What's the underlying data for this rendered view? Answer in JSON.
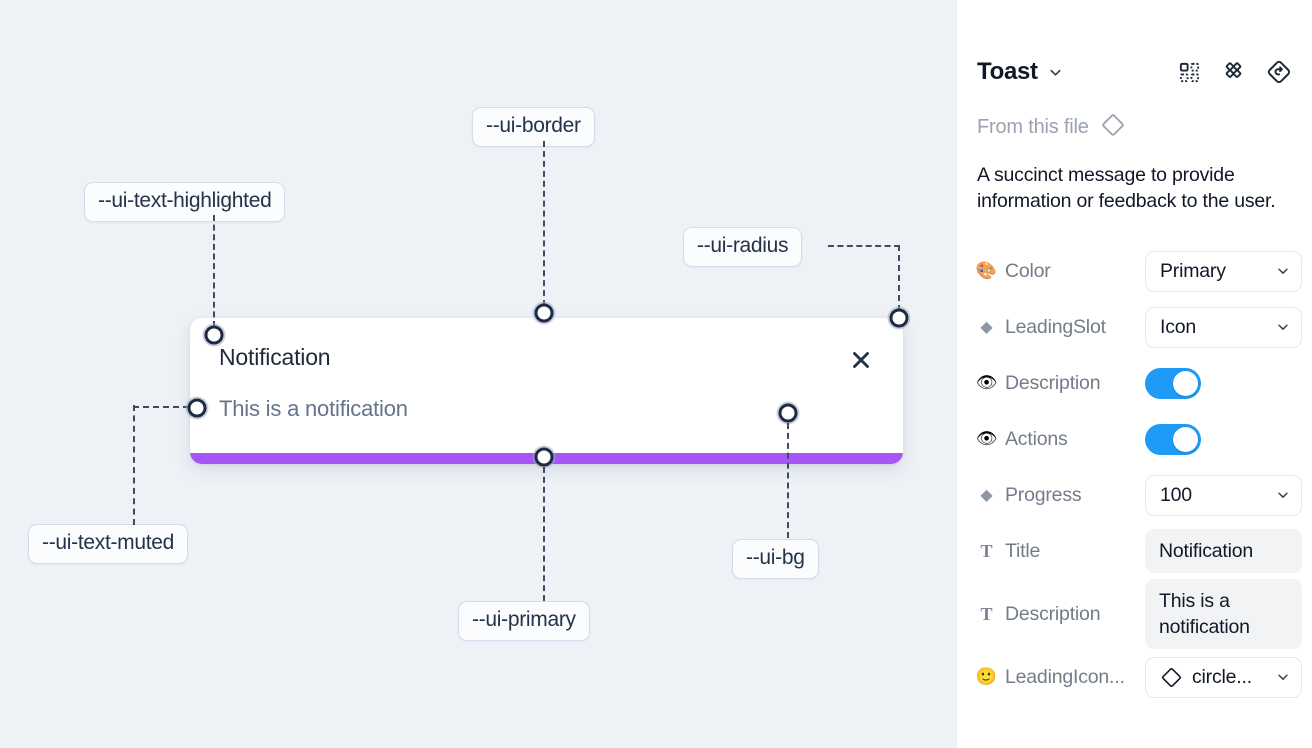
{
  "canvas": {
    "background_color": "#eef2f7",
    "toast": {
      "title": "Notification",
      "description": "This is a notification",
      "close_icon": "close-icon",
      "background_color": "#ffffff",
      "progress_color": "#a855f7",
      "progress_value": 100
    },
    "annotations": [
      {
        "id": "ui-text-highlighted",
        "label": "--ui-text-highlighted"
      },
      {
        "id": "ui-border",
        "label": "--ui-border"
      },
      {
        "id": "ui-radius",
        "label": "--ui-radius"
      },
      {
        "id": "ui-text-muted",
        "label": "--ui-text-muted"
      },
      {
        "id": "ui-primary",
        "label": "--ui-primary"
      },
      {
        "id": "ui-bg",
        "label": "--ui-bg"
      }
    ]
  },
  "panel": {
    "title": "Toast",
    "title_caret_icon": "chevron-down-icon",
    "header_icons": [
      {
        "name": "component-grid-icon"
      },
      {
        "name": "variants-cluster-icon"
      },
      {
        "name": "reset-diamond-icon"
      }
    ],
    "from_file": {
      "label": "From this file",
      "icon": "diamond-icon"
    },
    "description": "A succinct message to provide information or feedback to the user.",
    "properties": [
      {
        "icon": "palette-icon",
        "glyph": "🎨",
        "icon_type": "emoji",
        "label": "Color",
        "control": "select",
        "value": "Primary"
      },
      {
        "icon": "diamond-icon",
        "glyph": "◆",
        "icon_type": "diamond",
        "label": "LeadingSlot",
        "control": "select",
        "value": "Icon"
      },
      {
        "icon": "eye-icon",
        "glyph": "👁",
        "icon_type": "emoji",
        "label": "Description",
        "control": "toggle",
        "value": "on"
      },
      {
        "icon": "eye-icon",
        "glyph": "👁",
        "icon_type": "emoji",
        "label": "Actions",
        "control": "toggle",
        "value": "on"
      },
      {
        "icon": "diamond-icon",
        "glyph": "◆",
        "icon_type": "diamond",
        "label": "Progress",
        "control": "select",
        "value": "100"
      },
      {
        "icon": "text-icon",
        "glyph": "T",
        "icon_type": "tglyph",
        "label": "Title",
        "control": "text",
        "value": "Notification"
      },
      {
        "icon": "text-icon",
        "glyph": "T",
        "icon_type": "tglyph",
        "label": "Description",
        "control": "text",
        "value": "This is a notification"
      },
      {
        "icon": "smiley-icon",
        "glyph": "🙂",
        "icon_type": "emoji",
        "label": "LeadingIcon...",
        "control": "icon-select",
        "value": "circle..."
      }
    ]
  },
  "colors": {
    "accent_toggle": "#1d9bf6",
    "progress_purple": "#a855f7",
    "canvas_bg": "#eef2f7",
    "panel_bg": "#ffffff"
  }
}
